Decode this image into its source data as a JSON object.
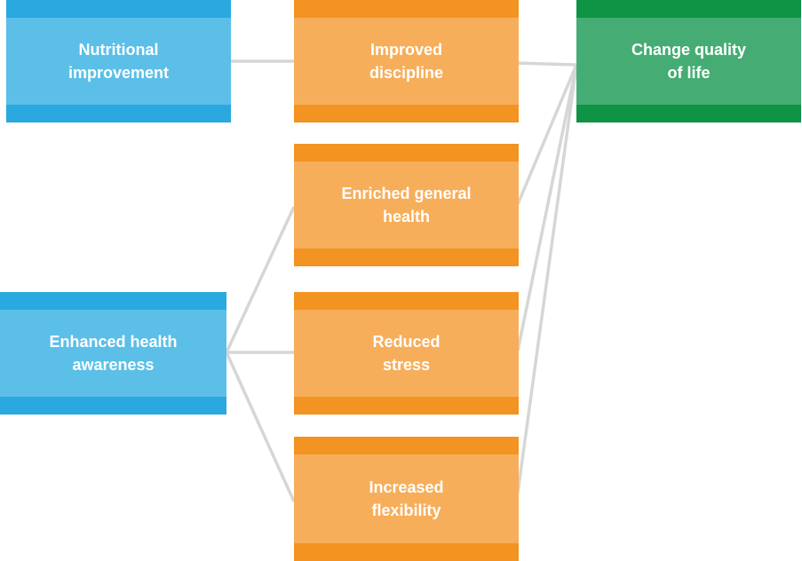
{
  "colors": {
    "blue_fill": "#5bbfe8",
    "blue_band": "#2aa8e0",
    "orange_fill": "#f7ae5a",
    "orange_band": "#f39321",
    "green_fill": "#45ad74",
    "green_band": "#0f9345",
    "connector": "#d6d6d6"
  },
  "nodes": {
    "nutritional": {
      "label": "Nutritional\nimprovement"
    },
    "awareness": {
      "label": "Enhanced health\nawareness"
    },
    "discipline": {
      "label": "Improved\ndiscipline"
    },
    "general_health": {
      "label": "Enriched general\nhealth"
    },
    "stress": {
      "label": "Reduced\nstress"
    },
    "flexibility": {
      "label": "Increased\nflexibility"
    },
    "quality": {
      "label": "Change quality\nof life"
    }
  }
}
